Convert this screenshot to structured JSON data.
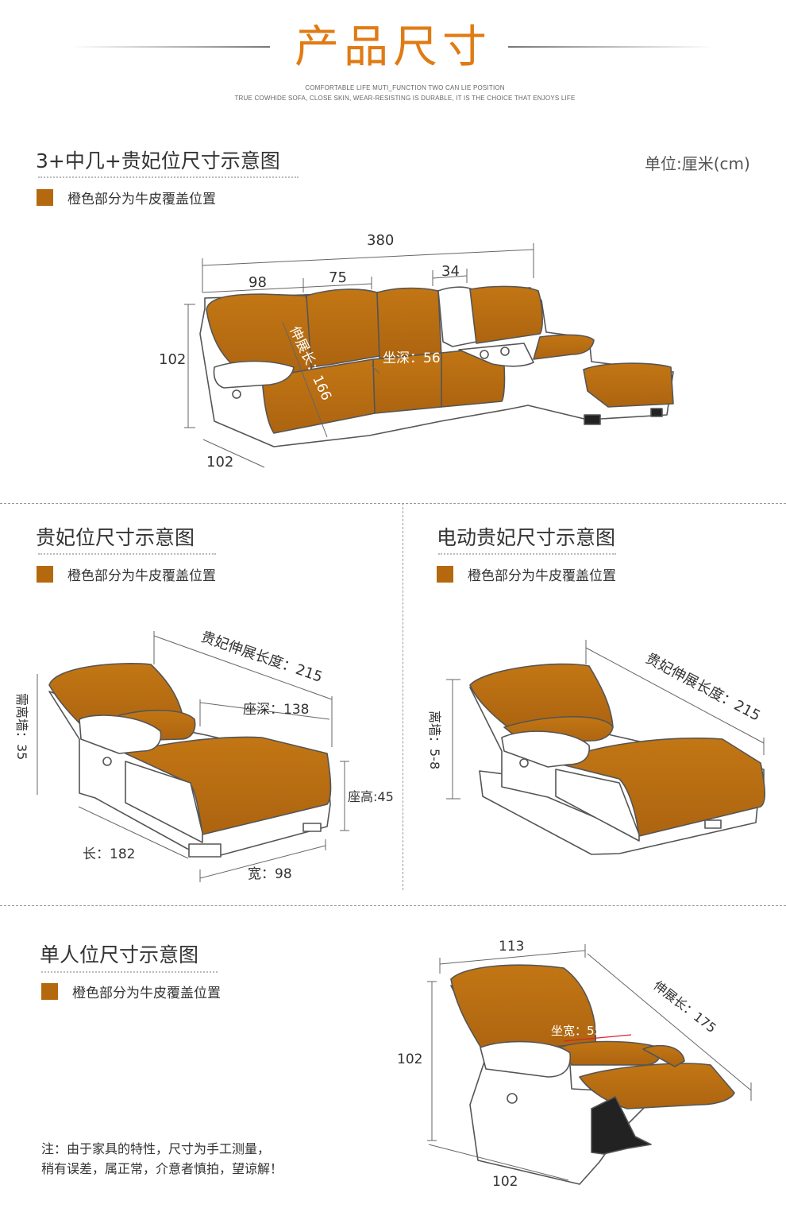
{
  "header": {
    "title": "产品尺寸",
    "subtitle_line1": "COMFORTABLE LIFE MUTI_FUNCTION TWO CAN LIE POSITION",
    "subtitle_line2": "TRUE COWHIDE SOFA, CLOSE SKIN, WEAR-RESISTING IS DURABLE, IT IS THE CHOICE THAT ENJOYS LIFE"
  },
  "colors": {
    "accent": "#e07b14",
    "leather": "#b5690f",
    "leather_light": "#c27614",
    "body": "#ffffff"
  },
  "section1": {
    "title": "3+中几+贵妃位尺寸示意图",
    "unit": "单位:厘米(cm)",
    "legend": "橙色部分为牛皮覆盖位置",
    "dims": {
      "total": "380",
      "seat1": "98",
      "seat2": "75",
      "console": "34",
      "height": "102",
      "depth": "102",
      "stretch": "伸展长：166",
      "seat_depth": "坐深：56"
    }
  },
  "section2": {
    "title": "贵妃位尺寸示意图",
    "legend": "橙色部分为牛皮覆盖位置",
    "dims": {
      "stretch": "贵妃伸展长度：215",
      "seat_depth": "座深：138",
      "wall": "需离墙：35",
      "seat_height": "座高:45",
      "length": "长：182",
      "width": "宽：98"
    }
  },
  "section3": {
    "title": "电动贵妃尺寸示意图",
    "legend": "橙色部分为牛皮覆盖位置",
    "dims": {
      "stretch": "贵妃伸展长度：215",
      "wall": "离墙：5-8"
    }
  },
  "section4": {
    "title": "单人位尺寸示意图",
    "legend": "橙色部分为牛皮覆盖位置",
    "dims": {
      "width": "113",
      "height": "102",
      "depth": "102",
      "seat_width": "坐宽：55",
      "stretch": "伸展长：175"
    },
    "note_line1": "注：由于家具的特性，尺寸为手工测量，",
    "note_line2": "稍有误差，属正常，介意者慎拍，望谅解！"
  }
}
